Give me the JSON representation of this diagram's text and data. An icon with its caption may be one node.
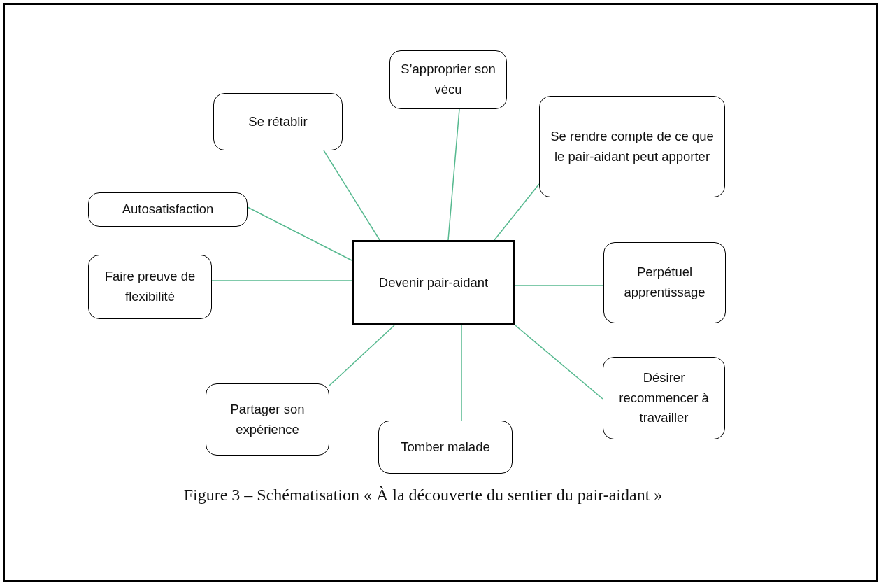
{
  "diagram": {
    "caption": "Figure 3 – Schématisation « À la découverte du sentier du pair-aidant »",
    "nodes": [
      {
        "text": [
          "Devenir pair-aidant"
        ]
      },
      {
        "text": [
          "Se rétablir"
        ]
      },
      {
        "text": [
          "S’approprier son vécu"
        ]
      },
      {
        "text": [
          "Se rendre compte de ce que le pair-aidant peut apporter"
        ]
      },
      {
        "text": [
          "Autosatisfaction"
        ]
      },
      {
        "text": [
          "Faire preuve de flexibilité"
        ]
      },
      {
        "text": [
          "Perpétuel apprentissage"
        ]
      },
      {
        "text": [
          "Désirer recommencer à travailler"
        ]
      },
      {
        "text": [
          "Partager son expérience"
        ]
      },
      {
        "text": [
          "Tomber malade"
        ]
      }
    ],
    "edges": [
      {
        "from": 0,
        "to": 1,
        "arrow": "none"
      },
      {
        "from": 0,
        "to": 2,
        "arrow": "none"
      },
      {
        "from": 0,
        "to": 3,
        "arrow": "none"
      },
      {
        "from": 0,
        "to": 4,
        "arrow": "none"
      },
      {
        "from": 0,
        "to": 5,
        "arrow": "none"
      },
      {
        "from": 0,
        "to": 6,
        "arrow": "none"
      },
      {
        "from": 0,
        "to": 7,
        "arrow": "none"
      },
      {
        "from": 0,
        "to": 8,
        "arrow": "none"
      },
      {
        "from": 0,
        "to": 9,
        "arrow": "none"
      }
    ]
  }
}
